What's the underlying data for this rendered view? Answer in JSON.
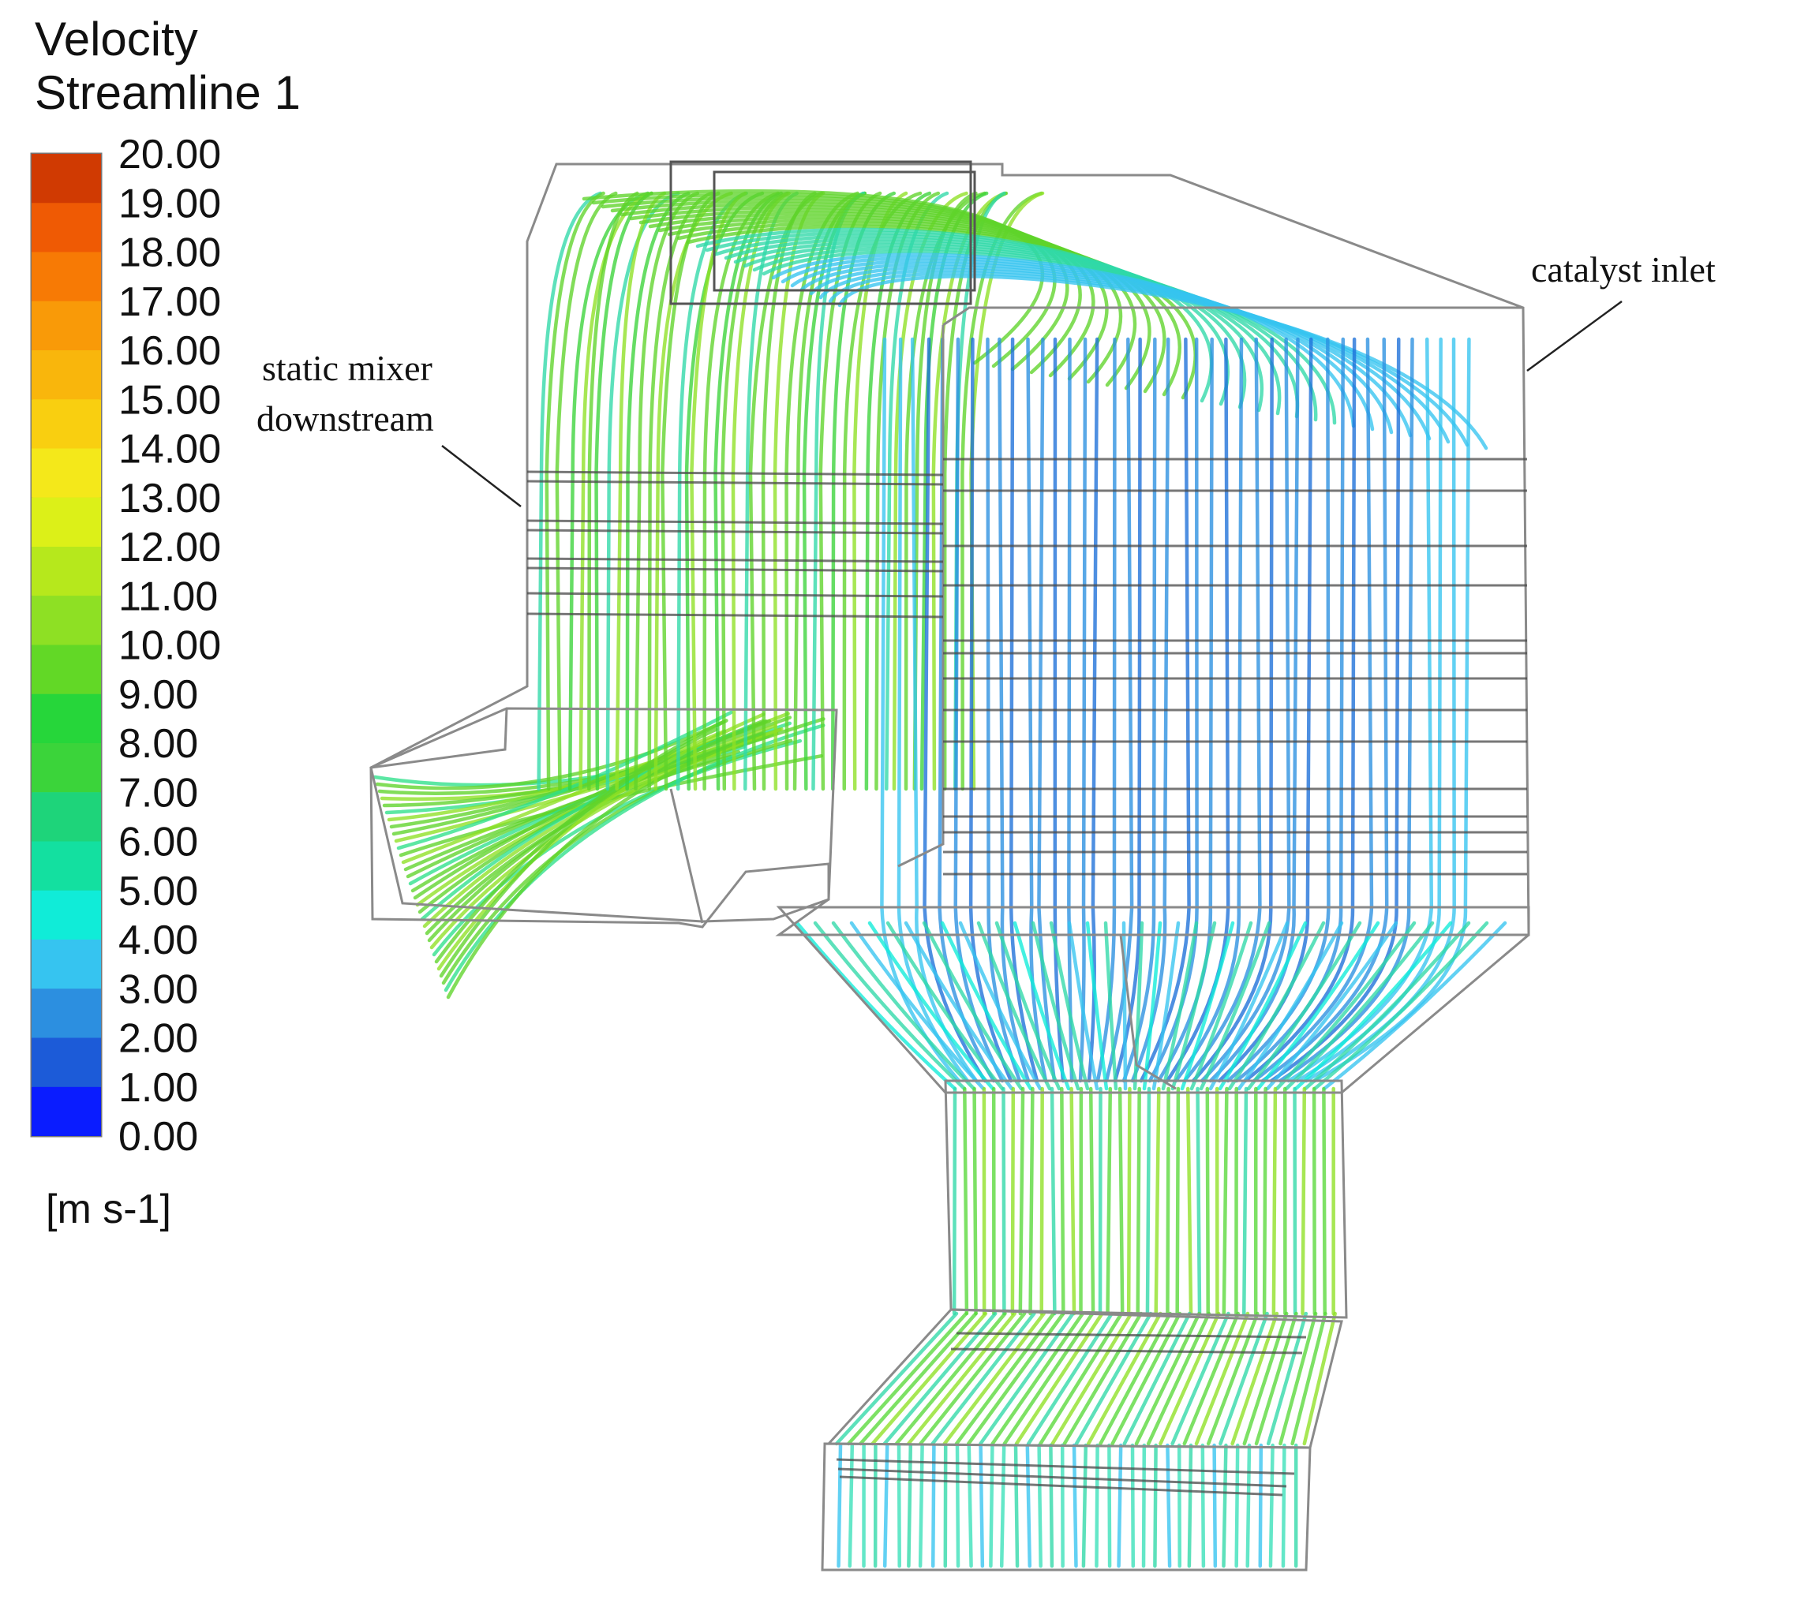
{
  "legend": {
    "title_line1": "Velocity",
    "title_line2": "Streamline 1",
    "unit": "[m s-1]",
    "ticks": [
      "20.00",
      "19.00",
      "18.00",
      "17.00",
      "16.00",
      "15.00",
      "14.00",
      "13.00",
      "12.00",
      "11.00",
      "10.00",
      "9.00",
      "8.00",
      "7.00",
      "6.00",
      "5.00",
      "4.00",
      "3.00",
      "2.00",
      "1.00",
      "0.00"
    ],
    "range": [
      0,
      20
    ],
    "colormap": [
      "#0a1cff",
      "#1c5bd8",
      "#2c8fe0",
      "#36c4f0",
      "#10ecd8",
      "#13e0a0",
      "#1ed47a",
      "#3bd43a",
      "#26d63a",
      "#62d826",
      "#8ee024",
      "#b6e81c",
      "#dcf018",
      "#f4e81a",
      "#f9cf10",
      "#f9b60c",
      "#f99a08",
      "#f77a05",
      "#ef5a04",
      "#d03a02"
    ]
  },
  "annotations": {
    "static_mixer_line1": "static mixer",
    "static_mixer_line2": "downstream",
    "catalyst_inlet": "catalyst inlet"
  },
  "flow": {
    "left_chamber_color": "#5fd42a",
    "right_chamber_color": "#2a8fe0",
    "hopper_color": "#30d8a8",
    "lower_duct_color": "#58d83a",
    "outlet_color": "#38e0b8"
  }
}
